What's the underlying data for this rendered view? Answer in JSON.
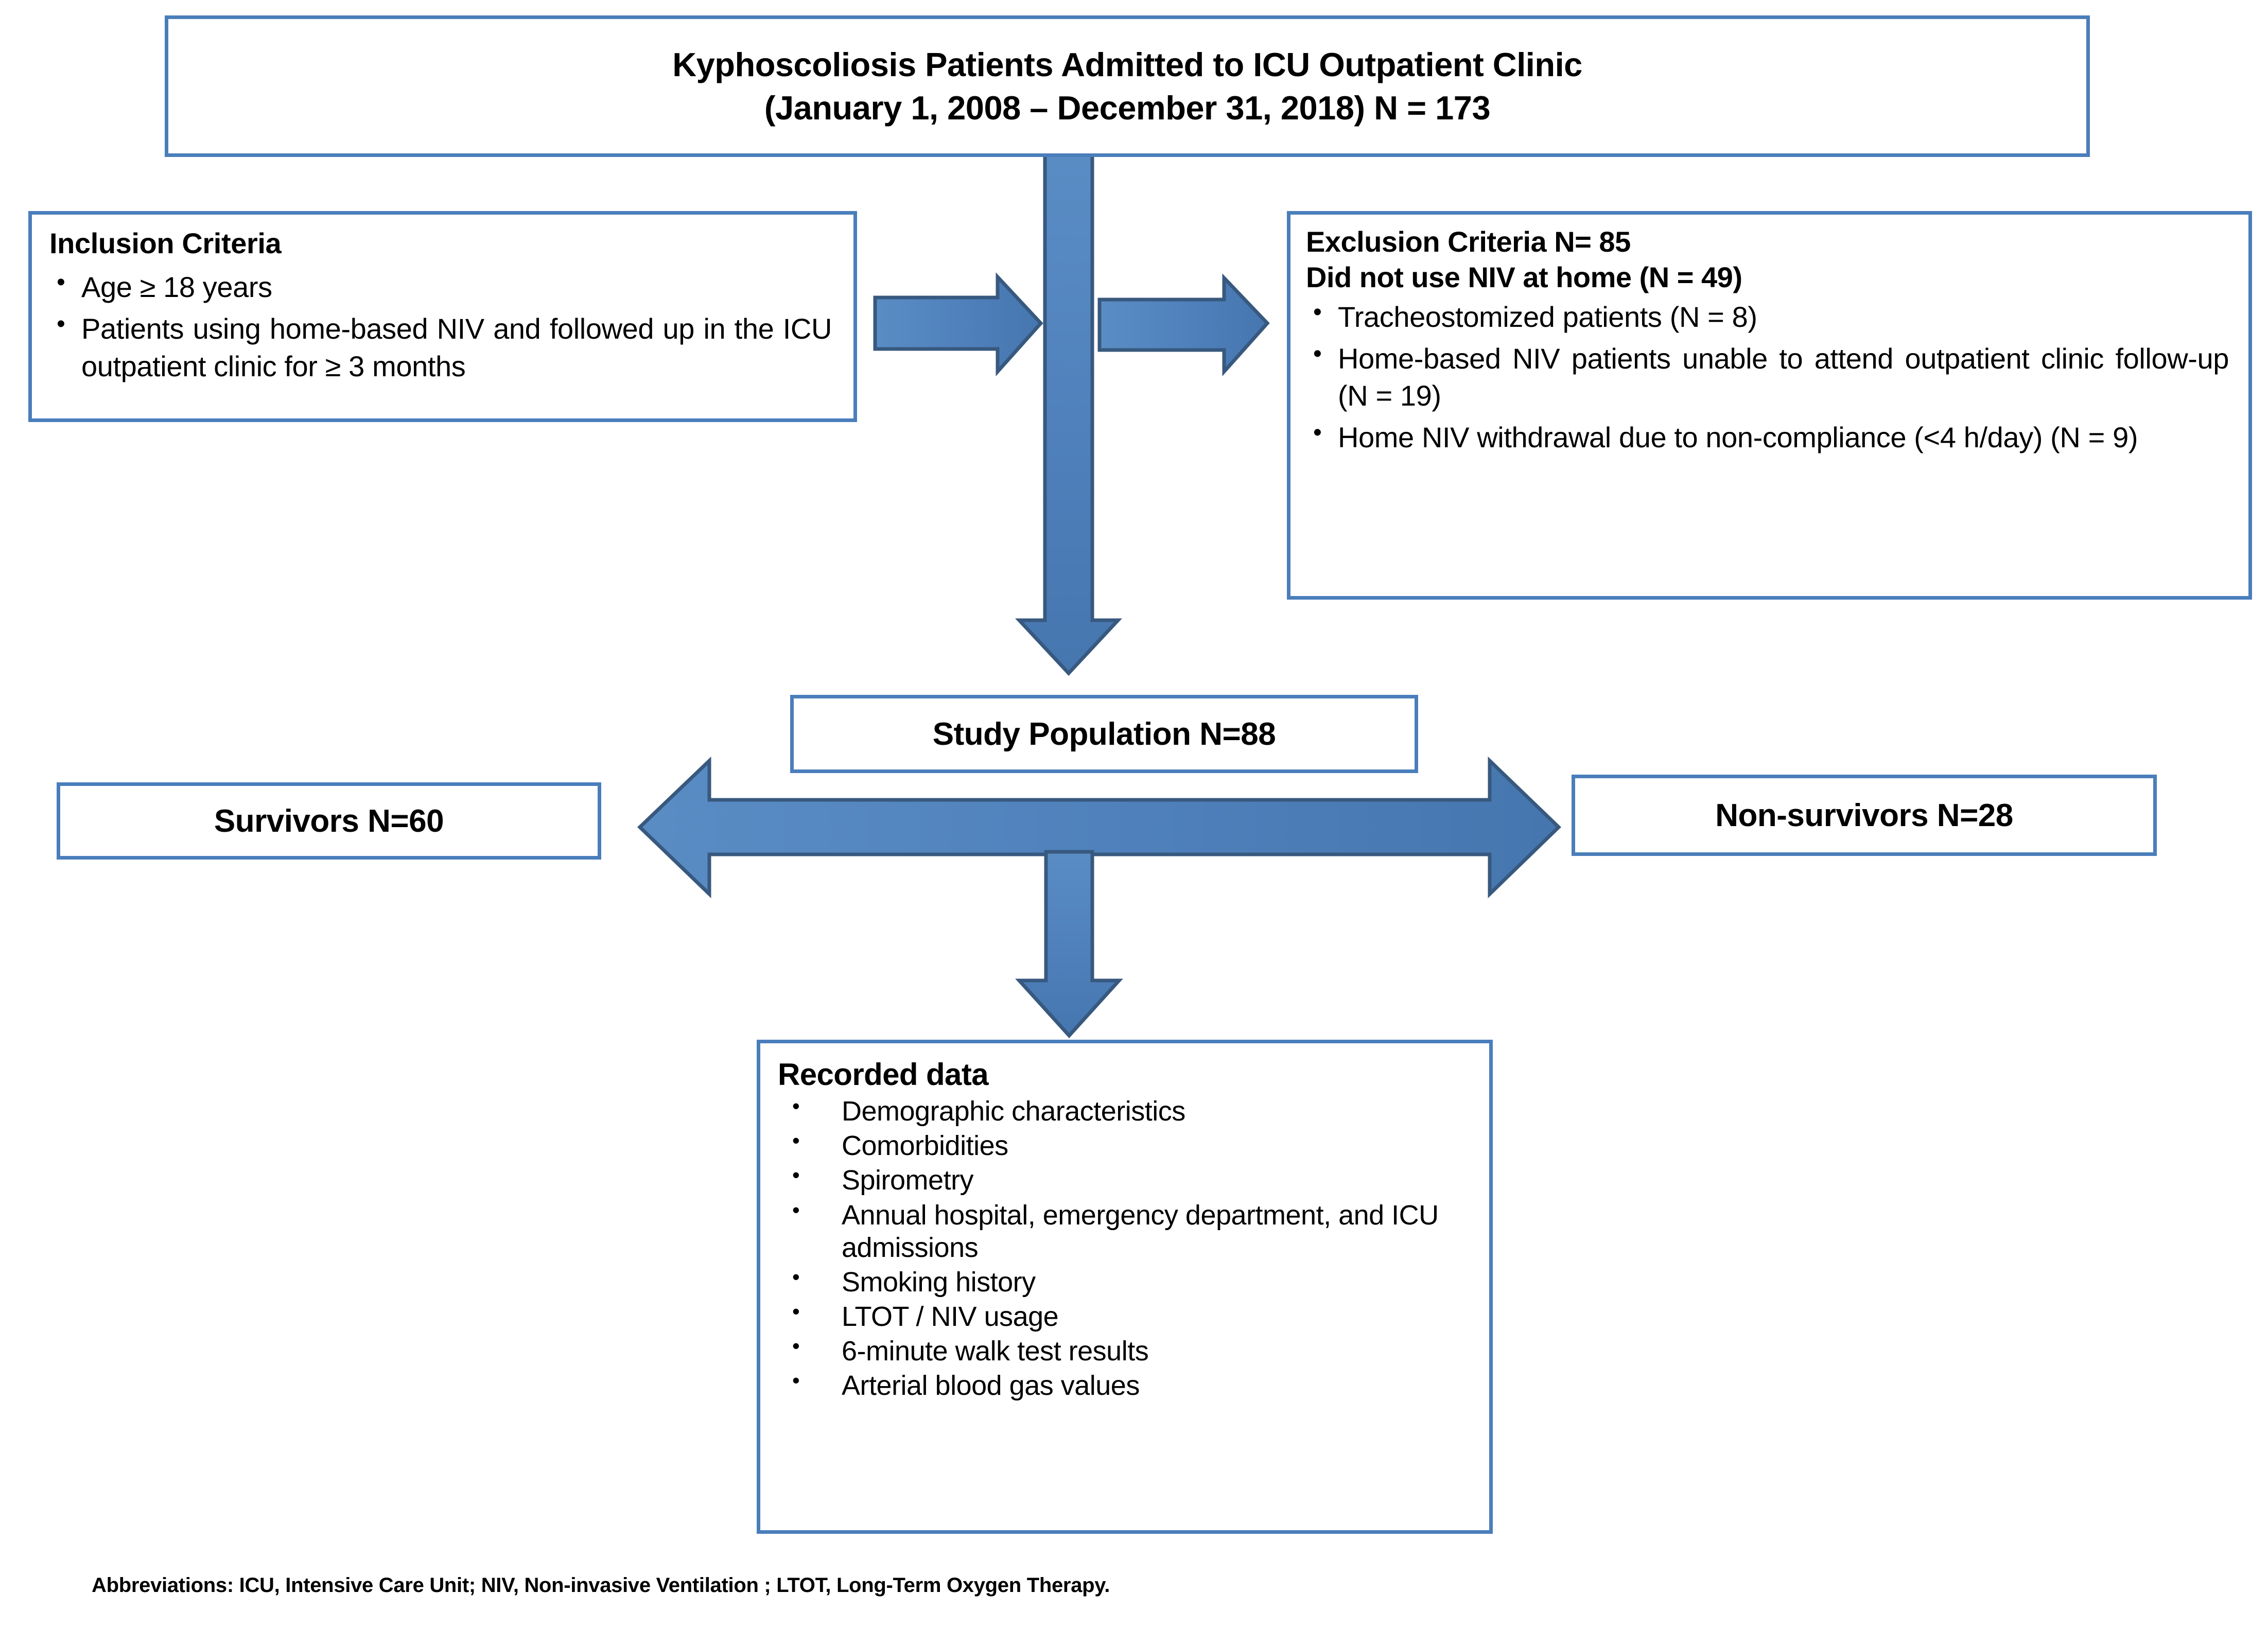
{
  "figure": {
    "type": "study-flow-diagram",
    "colors": {
      "box_border": "#4A7EBB",
      "arrow_fill": "#5082BC",
      "arrow_stroke": "#38597F",
      "background": "#FFFFFF",
      "text": "#000000"
    }
  },
  "title_box": {
    "line1": "Kyphoscoliosis Patients Admitted to ICU Outpatient Clinic",
    "line2": "(January 1, 2008 – December 31, 2018) N = 173"
  },
  "inclusion_box": {
    "heading": "Inclusion Criteria",
    "items": [
      "Age ≥ 18 years",
      "Patients using home-based NIV and followed up in the ICU outpatient clinic for ≥ 3 months"
    ]
  },
  "exclusion_box": {
    "heading": "Exclusion Criteria N= 85",
    "subheading": "Did not use NIV at home (N = 49)",
    "items": [
      "Tracheostomized patients (N = 8)",
      "Home-based NIV patients unable to attend outpatient clinic follow-up (N = 19)",
      " Home NIV withdrawal due to non-compliance (<4 h/day) (N = 9)"
    ]
  },
  "study_population_box": {
    "label": "Study Population N=88"
  },
  "survivors_box": {
    "label": "Survivors N=60"
  },
  "nonsurvivors_box": {
    "label": "Non-survivors N=28"
  },
  "recorded_data_box": {
    "heading": "Recorded data",
    "items": [
      "Demographic characteristics",
      "Comorbidities",
      "Spirometry",
      "Annual hospital, emergency department, and ICU admissions",
      "Smoking history",
      "LTOT / NIV usage",
      "6-minute walk test results",
      "Arterial blood gas values"
    ]
  },
  "footnote": {
    "text": "Abbreviations: ICU, Intensive Care Unit; NIV, Non-invasive Ventilation ; LTOT, Long-Term Oxygen Therapy."
  },
  "arrows": [
    {
      "name": "title-to-study-population",
      "direction": "down"
    },
    {
      "name": "inclusion-to-center",
      "direction": "right"
    },
    {
      "name": "center-to-exclusion",
      "direction": "right"
    },
    {
      "name": "survivors-nonsurvivors-split",
      "direction": "left-right"
    },
    {
      "name": "study-population-to-recorded-data",
      "direction": "down"
    }
  ]
}
